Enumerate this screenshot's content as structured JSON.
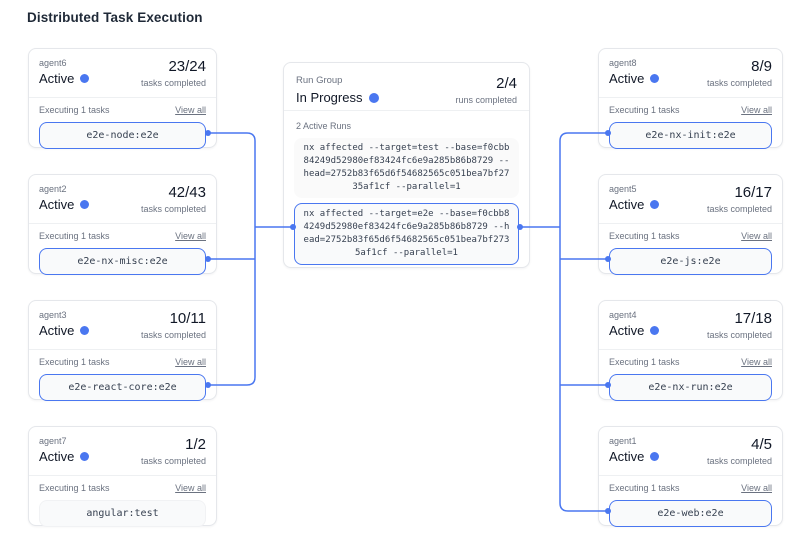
{
  "title": "Distributed Task Execution",
  "colors": {
    "accent": "#4a77f0"
  },
  "labels": {
    "status_active": "Active",
    "tasks_completed": "tasks completed",
    "executing": "Executing 1 tasks",
    "view_all": "View all"
  },
  "run_group": {
    "label": "Run Group",
    "status": "In Progress",
    "count": "2/4",
    "count_label": "runs completed",
    "active_runs": "2 Active Runs",
    "commands": [
      "nx affected --target=test --base=f0cbb84249d52980ef83424fc6e9a285b86b8729 --head=2752b83f65d6f54682565c051bea7bf2735af1cf --parallel=1",
      "nx affected --target=e2e --base=f0cbb84249d52980ef83424fc6e9a285b86b8729 --head=2752b83f65d6f54682565c051bea7bf2735af1cf --parallel=1"
    ]
  },
  "agents_left": [
    {
      "name": "agent6",
      "count": "23/24",
      "task": "e2e-node:e2e"
    },
    {
      "name": "agent2",
      "count": "42/43",
      "task": "e2e-nx-misc:e2e"
    },
    {
      "name": "agent3",
      "count": "10/11",
      "task": "e2e-react-core:e2e"
    },
    {
      "name": "agent7",
      "count": "1/2",
      "task": "angular:test"
    }
  ],
  "agents_right": [
    {
      "name": "agent8",
      "count": "8/9",
      "task": "e2e-nx-init:e2e"
    },
    {
      "name": "agent5",
      "count": "16/17",
      "task": "e2e-js:e2e"
    },
    {
      "name": "agent4",
      "count": "17/18",
      "task": "e2e-nx-run:e2e"
    },
    {
      "name": "agent1",
      "count": "4/5",
      "task": "e2e-web:e2e"
    }
  ]
}
